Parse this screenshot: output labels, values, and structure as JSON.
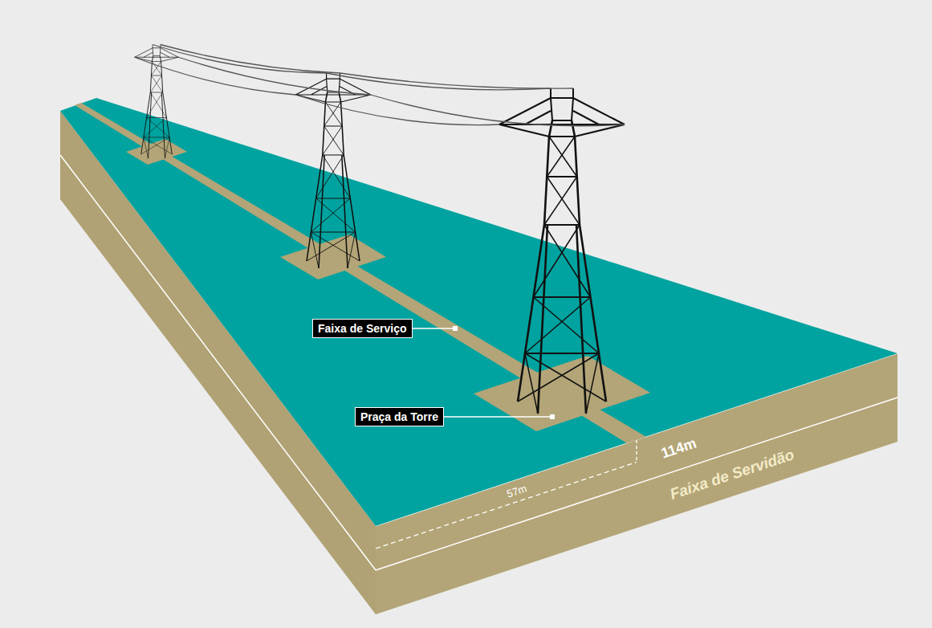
{
  "diagram": {
    "nodes": [
      {
        "text": [
          "Faixa de Serviço"
        ]
      },
      {
        "text": [
          "Praça da Torre"
        ]
      }
    ],
    "labels": [
      "57m",
      "114m",
      "Faixa de Servidão"
    ]
  }
}
